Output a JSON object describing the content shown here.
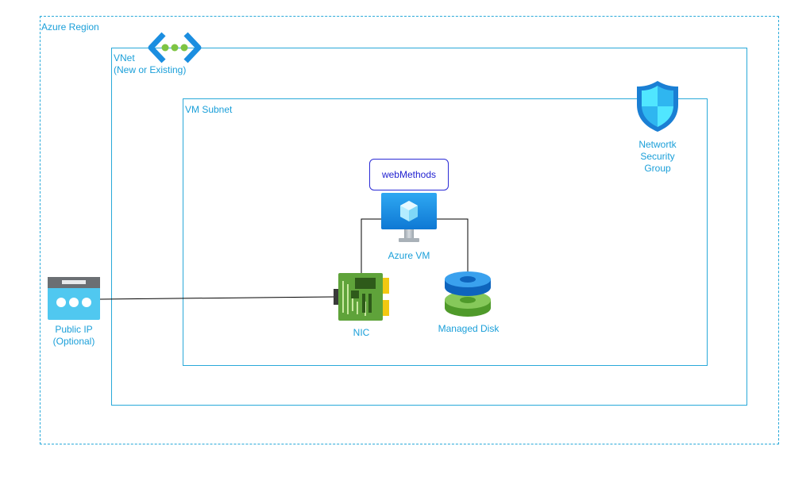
{
  "region": {
    "label": "Azure Region"
  },
  "vnet": {
    "label_line1": "VNet",
    "label_line2": "(New or Existing)"
  },
  "subnet": {
    "label": "VM Subnet"
  },
  "software": {
    "label": "webMethods"
  },
  "vm": {
    "label": "Azure VM"
  },
  "nic": {
    "label": "NIC"
  },
  "disk": {
    "label": "Managed Disk"
  },
  "public_ip": {
    "label_line1": "Public IP",
    "label_line2": "(Optional)"
  },
  "nsg": {
    "label_line1": "Networtk",
    "label_line2": "Security",
    "label_line3": "Group"
  },
  "colors": {
    "accent": "#29a9d9",
    "software_border": "#2b2bd6",
    "connector": "#000000"
  }
}
